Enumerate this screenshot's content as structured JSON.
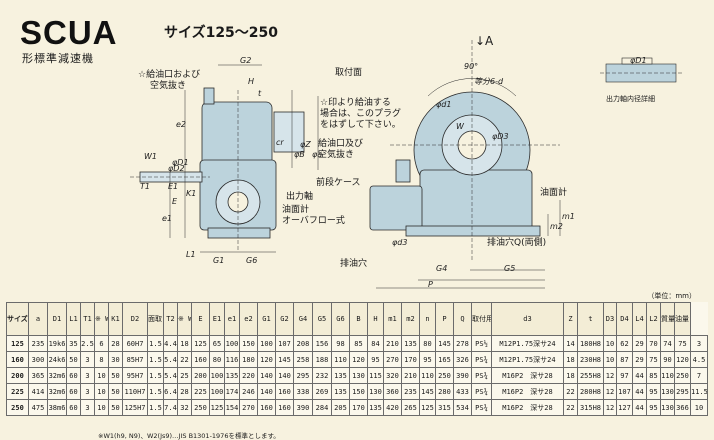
{
  "header": {
    "model": "SCUA",
    "subtitle": "形標準減速機",
    "size_range": "サイズ125～250"
  },
  "labels": {
    "arrow_a": "↓A",
    "oil_inlet_air_vent": [
      "☆給油口および",
      "空気抜き"
    ],
    "mounting_face": "取付面",
    "star_note": [
      "☆印より給油する",
      "場合は、このプラグ",
      "をはずして下さい。"
    ],
    "oil_inlet_vent_right": [
      "給油口及び",
      "空気抜き"
    ],
    "front_case": "前段ケース",
    "output_shaft": "出力軸",
    "oil_gauge_overflow": [
      "油面計",
      "オーバフロー式"
    ],
    "oil_gauge": "油面計",
    "drain_both": "排油穴Q(両側)",
    "drain": "排油穴",
    "output_shaft_detail": "出力軸内径詳細",
    "angle": "90°",
    "equal_div": "等分6-d",
    "dims_left": [
      "G2",
      "H",
      "t",
      "e2",
      "W1",
      "φD1",
      "T1",
      "E1",
      "K1",
      "E",
      "e1",
      "L1",
      "G1",
      "G6",
      "cr",
      "φB",
      "φZ",
      "φa",
      "φD2"
    ],
    "dims_right": [
      "φd1",
      "W",
      "φD3",
      "m1",
      "m2",
      "φd3",
      "G4",
      "G5",
      "P",
      "φD1"
    ]
  },
  "table": {
    "unit": "（単位：mm）",
    "headers": [
      "サイズ E",
      "a",
      "D1",
      "L1",
      "T1",
      "※ W1",
      "K1",
      "D2",
      "面取り r",
      "T2",
      "※ W2",
      "E",
      "E1",
      "e1",
      "e2",
      "G1",
      "G2",
      "G4",
      "G5",
      "G6",
      "B",
      "H",
      "m1",
      "m2",
      "n",
      "P",
      "Q",
      "取付用ネジ穴 d2",
      "d3",
      "Z",
      "t",
      "D3",
      "D4",
      "L4",
      "L2",
      "質量 kg",
      "油量 ℓ"
    ],
    "rows": [
      [
        "125",
        "235",
        "19k6",
        "35",
        "2.5",
        "6",
        "28",
        "60H7",
        "1.5",
        "4.4",
        "18",
        "125",
        "65",
        "100",
        "150",
        "100",
        "107",
        "208",
        "156",
        "98",
        "85",
        "84",
        "210",
        "135",
        "80",
        "145",
        "278",
        "PS½",
        "M12P1.75深サ24",
        "14",
        "180H8",
        "10",
        "62",
        "29",
        "70",
        "74",
        "75",
        "3"
      ],
      [
        "160",
        "300",
        "24k6",
        "50",
        "3",
        "8",
        "30",
        "85H7",
        "1.5",
        "5.4",
        "22",
        "160",
        "80",
        "116",
        "180",
        "120",
        "145",
        "258",
        "188",
        "110",
        "120",
        "95",
        "270",
        "170",
        "95",
        "165",
        "326",
        "PS¾",
        "M12P1.75深サ24",
        "18",
        "230H8",
        "10",
        "87",
        "29",
        "75",
        "90",
        "120",
        "4.5"
      ],
      [
        "200",
        "365",
        "32m6",
        "60",
        "3",
        "10",
        "50",
        "95H7",
        "1.5",
        "5.4",
        "25",
        "200",
        "100",
        "135",
        "220",
        "140",
        "140",
        "295",
        "232",
        "135",
        "130",
        "115",
        "320",
        "210",
        "110",
        "250",
        "390",
        "PS¾",
        "M16P2　深サ28",
        "18",
        "255H8",
        "12",
        "97",
        "44",
        "85",
        "110",
        "250",
        "7"
      ],
      [
        "225",
        "414",
        "32m6",
        "60",
        "3",
        "10",
        "50",
        "110H7",
        "1.5",
        "6.4",
        "28",
        "225",
        "100",
        "174",
        "246",
        "140",
        "160",
        "338",
        "269",
        "135",
        "150",
        "130",
        "360",
        "235",
        "145",
        "280",
        "433",
        "PS¾",
        "M16P2　深サ28",
        "22",
        "280H8",
        "12",
        "107",
        "44",
        "95",
        "130",
        "295",
        "11.5"
      ],
      [
        "250",
        "475",
        "38m6",
        "60",
        "3",
        "10",
        "50",
        "125H7",
        "1.5",
        "7.4",
        "32",
        "250",
        "125",
        "154",
        "270",
        "160",
        "160",
        "390",
        "284",
        "205",
        "170",
        "135",
        "420",
        "265",
        "125",
        "315",
        "534",
        "PS¾",
        "M16P2　深サ28",
        "22",
        "315H8",
        "12",
        "127",
        "44",
        "95",
        "130",
        "366",
        "10"
      ]
    ]
  },
  "footnote": "※W1(h9, N9)、W2(Js9)…JIS B1301-1976を標準とします。",
  "colors": {
    "body": "#bcd3dc",
    "line": "#2a2a2a",
    "paper": "#f7f2df"
  }
}
